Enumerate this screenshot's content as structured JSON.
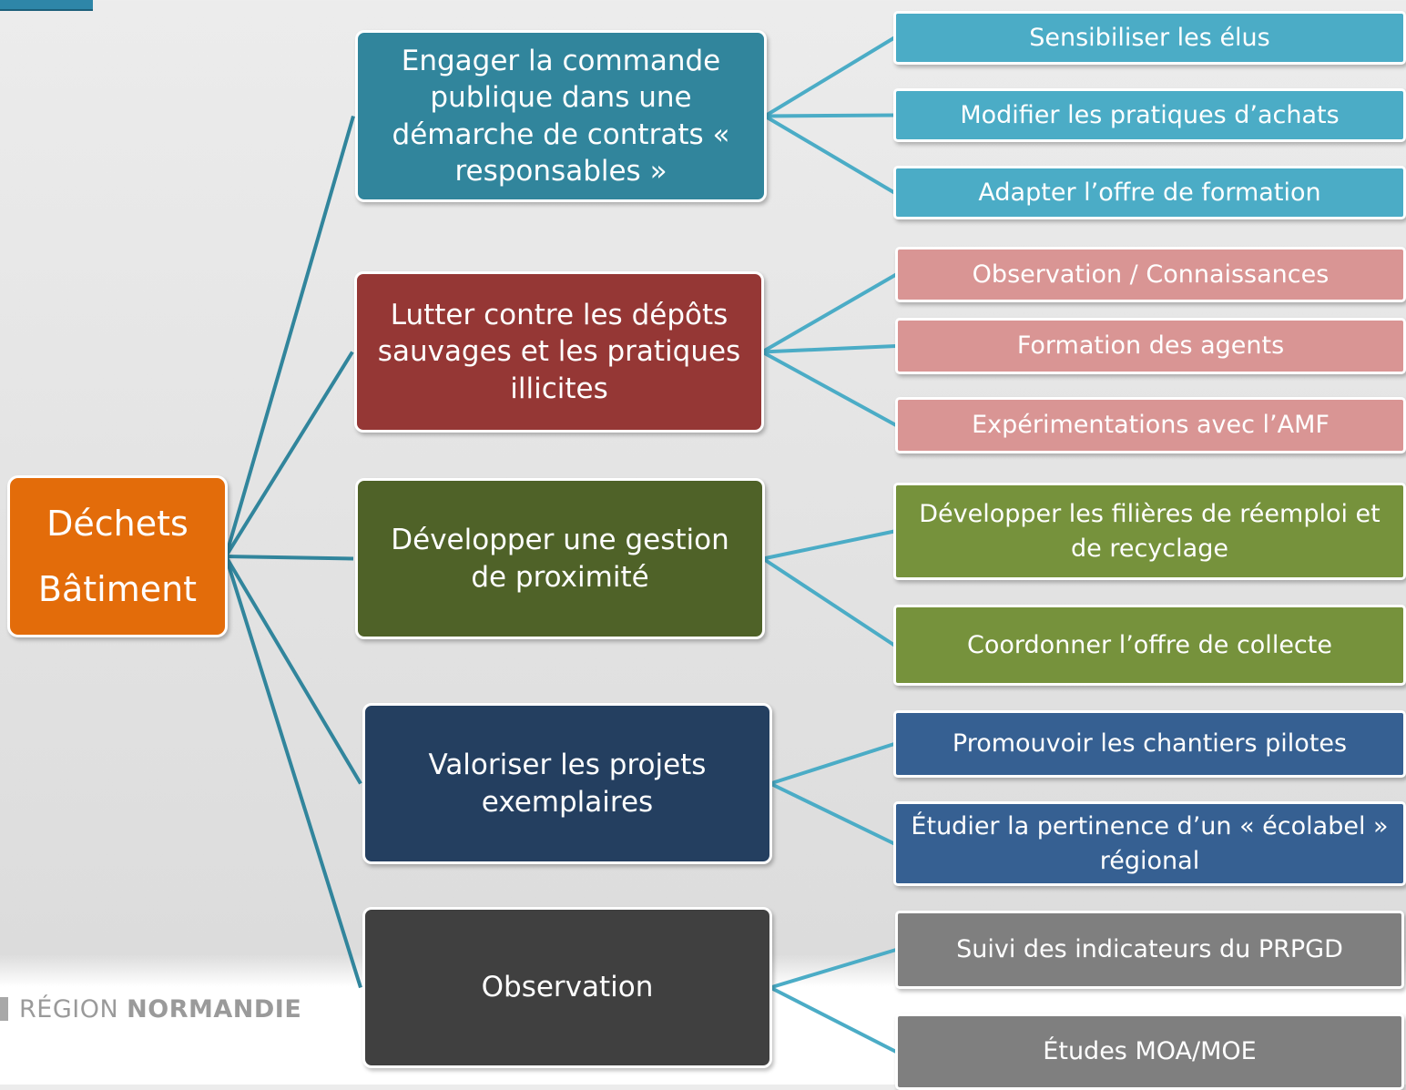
{
  "root": {
    "line1": "Déchets",
    "line2": "Bâtiment",
    "color": "#e36c0a"
  },
  "categories": [
    {
      "label": "Engager la commande publique dans une démarche de contrats « responsables »",
      "color": "#31859c"
    },
    {
      "label": "Lutter contre les dépôts sauvages et les pratiques illicites",
      "color": "#953735"
    },
    {
      "label": "Développer une gestion de proximité",
      "color": "#4f6228"
    },
    {
      "label": "Valoriser les projets exemplaires",
      "color": "#243f60"
    },
    {
      "label": "Observation",
      "color": "#404040"
    }
  ],
  "leaves": [
    {
      "label": "Sensibiliser les élus",
      "color": "#4bacc6"
    },
    {
      "label": "Modifier les pratiques d’achats",
      "color": "#4bacc6"
    },
    {
      "label": "Adapter l’offre de formation",
      "color": "#4bacc6"
    },
    {
      "label": "Observation / Connaissances",
      "color": "#d99594"
    },
    {
      "label": "Formation des agents",
      "color": "#d99594"
    },
    {
      "label": "Expérimentations avec l’AMF",
      "color": "#d99594"
    },
    {
      "label": "Développer les filières de réemploi et de recyclage",
      "color": "#76923c"
    },
    {
      "label": "Coordonner l’offre de collecte",
      "color": "#76923c"
    },
    {
      "label": "Promouvoir les chantiers pilotes",
      "color": "#366092"
    },
    {
      "label": "Étudier la pertinence d’un « écolabel » régional",
      "color": "#366092"
    },
    {
      "label": "Suivi des indicateurs du PRPGD",
      "color": "#7f7f7f"
    },
    {
      "label": "Études  MOA/MOE",
      "color": "#7f7f7f"
    }
  ],
  "logo": {
    "word1": "RÉGION",
    "word2": "NORMANDIE"
  },
  "colors": {
    "root_connector": "#31859c",
    "leaf_connector": "#4bacc6"
  }
}
